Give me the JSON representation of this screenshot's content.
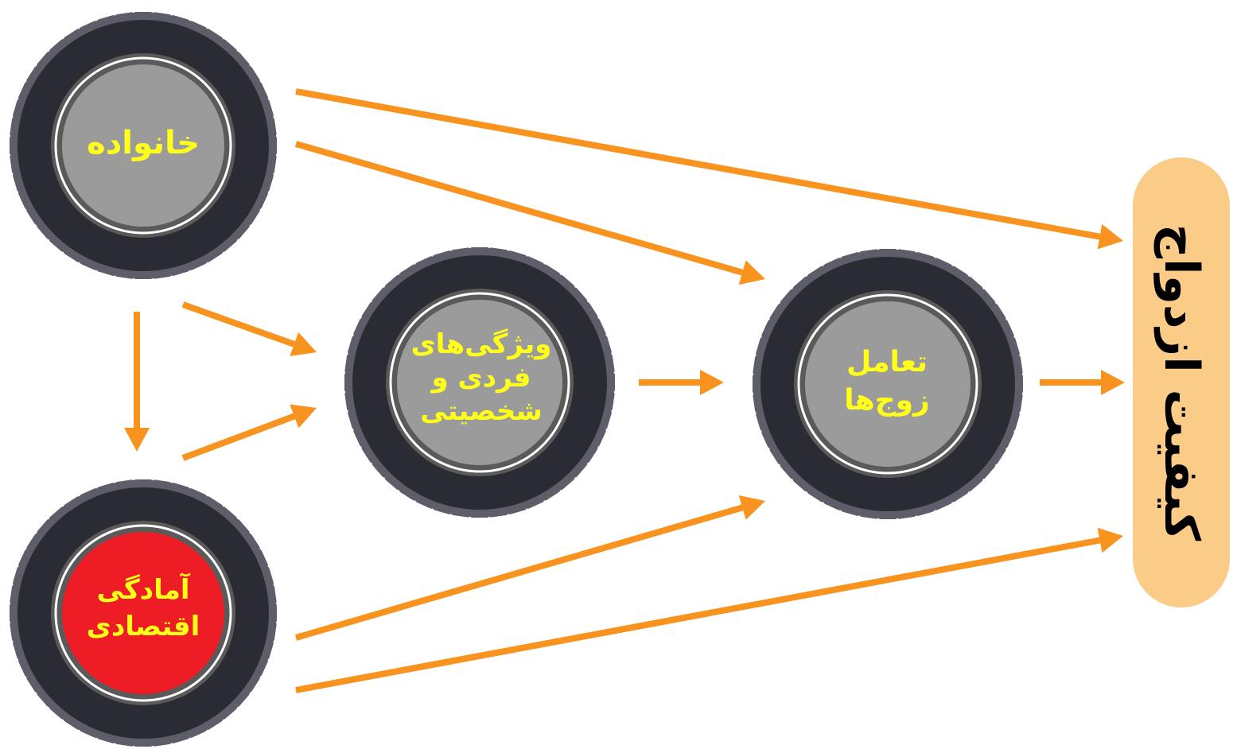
{
  "nodes": {
    "family": {
      "label": "خانواده",
      "fill": "#9b9b9b"
    },
    "personality": {
      "label": "ویژگی‌های\nفردی و\nشخصیتی",
      "fill": "#9b9b9b"
    },
    "interaction": {
      "label": "تعامل\nزوج‌ها",
      "fill": "#9b9b9b"
    },
    "economic": {
      "label": "آمادگی\nاقتصادی",
      "fill": "#ee1c25"
    }
  },
  "outcome": {
    "label": "کیفیت ازدواج",
    "fill": "#fbcc88"
  },
  "colors": {
    "arrow": "#f7931e",
    "tire": "#2b2b33",
    "tread": "#5e5e6a",
    "label_text": "#ffff1a"
  },
  "edges": [
    {
      "from": "family",
      "to": "outcome"
    },
    {
      "from": "family",
      "to": "interaction"
    },
    {
      "from": "family",
      "to": "personality"
    },
    {
      "from": "family",
      "to": "economic"
    },
    {
      "from": "economic",
      "to": "personality"
    },
    {
      "from": "personality",
      "to": "interaction"
    },
    {
      "from": "interaction",
      "to": "outcome"
    },
    {
      "from": "economic",
      "to": "interaction"
    },
    {
      "from": "economic",
      "to": "outcome"
    }
  ]
}
